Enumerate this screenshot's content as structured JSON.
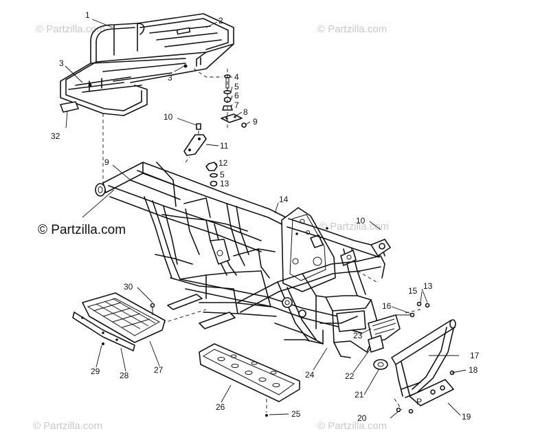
{
  "diagram": {
    "watermark": "© Partzilla.com",
    "watermark_prominent": "© Partzilla.com",
    "callouts": [
      "1",
      "2",
      "3",
      "3",
      "4",
      "5",
      "6",
      "7",
      "8",
      "9",
      "10",
      "11",
      "9",
      "12",
      "5",
      "13",
      "14",
      "10",
      "15",
      "13",
      "16",
      "17",
      "18",
      "19",
      "20",
      "21",
      "22",
      "23",
      "24",
      "25",
      "26",
      "27",
      "28",
      "29",
      "30",
      "32"
    ]
  },
  "colors": {
    "line": "#111111",
    "watermark": "#c9c9c9",
    "background": "#ffffff"
  }
}
